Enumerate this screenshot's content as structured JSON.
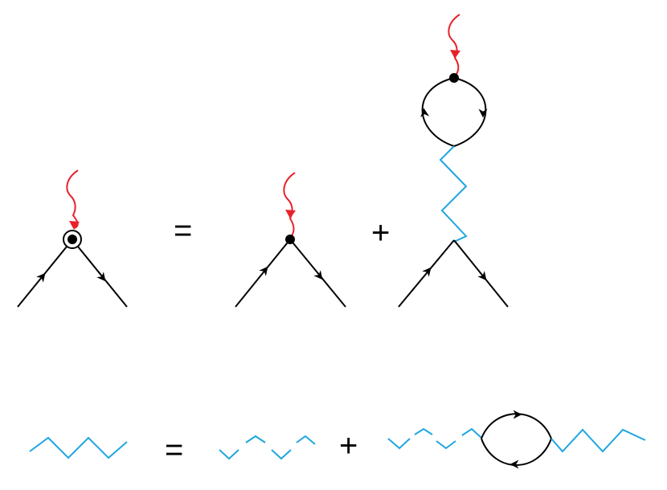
{
  "operators": {
    "top_equals": "=",
    "top_plus": "+",
    "bottom_equals": "=",
    "bottom_plus": "+"
  },
  "colors": {
    "fermion_line": "#000000",
    "photon_line": "#e8222b",
    "interaction_line": "#1ea6e0",
    "vertex": "#000000"
  },
  "icons": [
    "photon-wavy-line",
    "fermion-arrow",
    "interaction-zigzag",
    "vertex-dot",
    "dressed-vertex-circle"
  ]
}
